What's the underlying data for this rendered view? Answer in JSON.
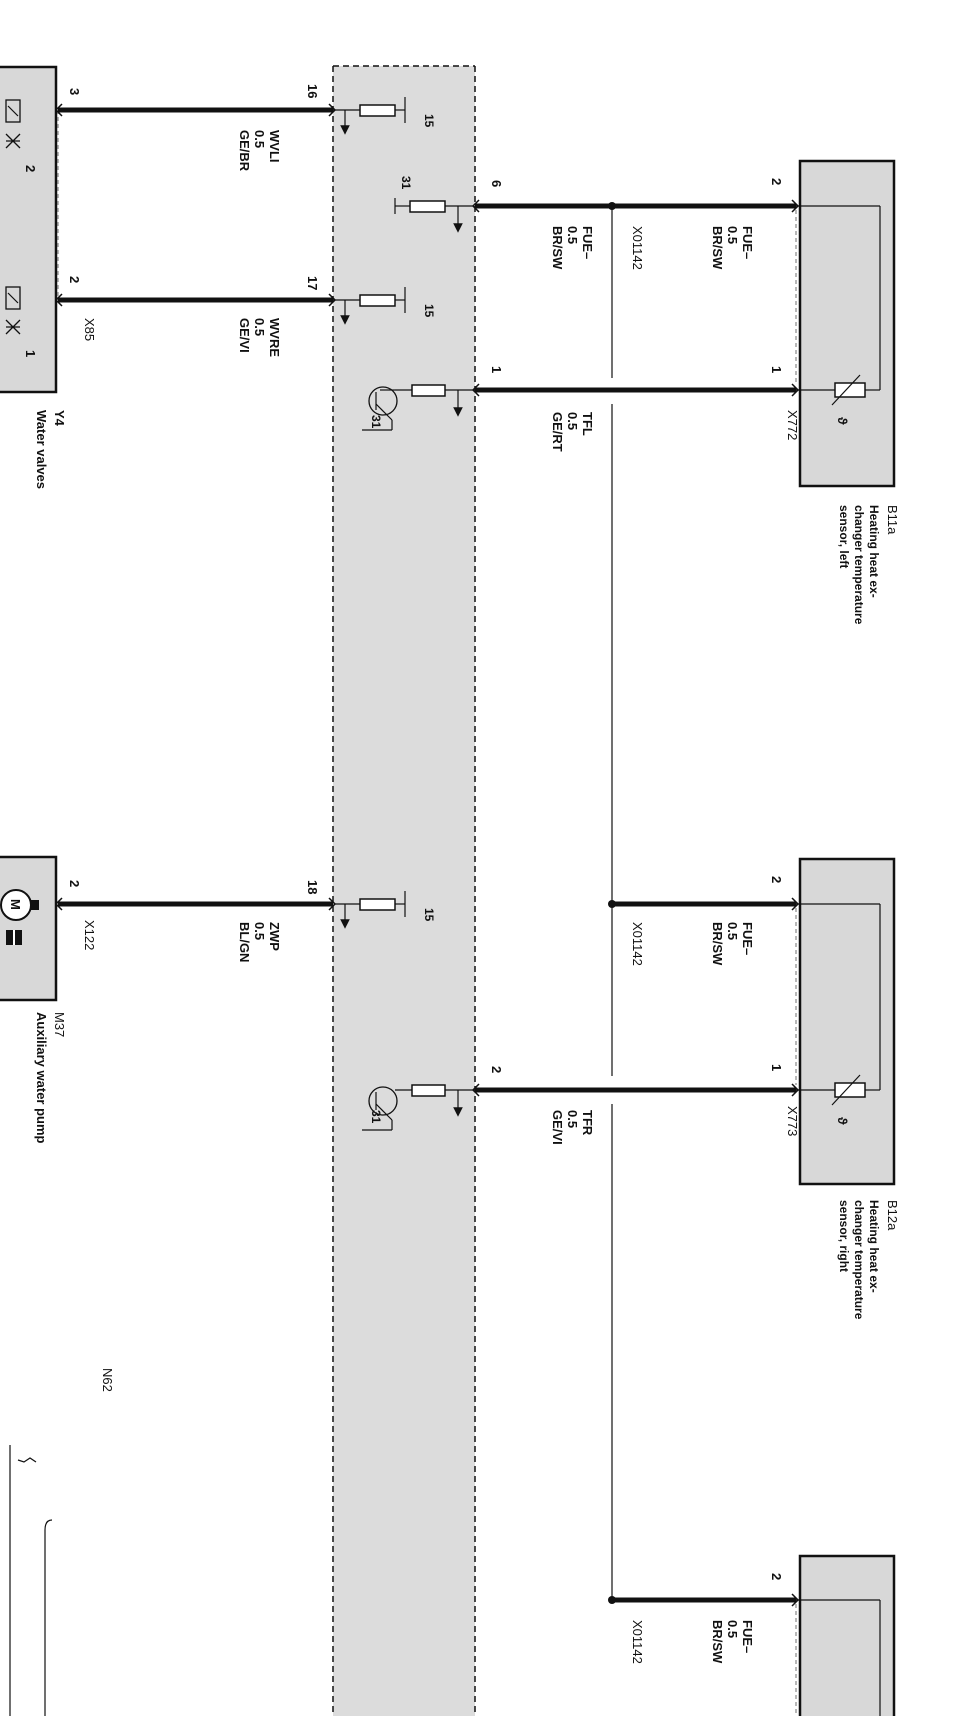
{
  "wiring_diagram": {
    "control_unit": {
      "ref": "N62"
    },
    "components": {
      "y4": {
        "ref": "Y4",
        "name": "Water valves",
        "connector": "X85",
        "pin_a": "3",
        "pin_b": "2",
        "valve_1": "2",
        "valve_2": "1"
      },
      "m37": {
        "ref": "M37",
        "name": "Auxiliary water pump",
        "connector": "X122",
        "pin": "2",
        "motor": "M"
      },
      "b11a": {
        "ref": "B11a",
        "name_line1": "Heating heat ex-",
        "name_line2": "changer temperature",
        "name_line3": "sensor, left",
        "connector": "X772",
        "pin_a": "2",
        "pin_b": "1"
      },
      "b12a": {
        "ref": "B12a",
        "name_line1": "Heating heat ex-",
        "name_line2": "changer temperature",
        "name_line3": "sensor, right",
        "connector": "X773",
        "pin_a": "2",
        "pin_b": "1"
      },
      "b13": {
        "pin": "2"
      }
    },
    "wires": {
      "w1": {
        "signal": "WVLI",
        "size": "0.5",
        "color": "GE/BR",
        "ecu_pin": "16"
      },
      "w2": {
        "signal": "WVRE",
        "size": "0.5",
        "color": "GE/VI",
        "ecu_pin": "17"
      },
      "w3": {
        "signal": "ZWP",
        "size": "0.5",
        "color": "BL/GN",
        "ecu_pin": "18"
      },
      "w4": {
        "signal": "FUE–",
        "size": "0.5",
        "color": "BR/SW",
        "ecu_pin": "6",
        "splice": "X01142"
      },
      "w5": {
        "signal": "TFL",
        "size": "0.5",
        "color": "GE/RT",
        "ecu_pin": "1"
      },
      "w6": {
        "signal": "TFR",
        "size": "0.5",
        "color": "GE/VI",
        "ecu_pin": "2"
      }
    },
    "branches": {
      "b1": {
        "signal": "FUE–",
        "size": "0.5",
        "color": "BR/SW",
        "splice": "X01142"
      },
      "b2": {
        "signal": "FUE–",
        "size": "0.5",
        "color": "BR/SW",
        "splice": "X01142"
      },
      "b3": {
        "signal": "FUE–",
        "size": "0.5",
        "color": "BR/SW",
        "splice": "X01142"
      }
    },
    "internal_labels": {
      "t15": "15",
      "t31": "31"
    }
  }
}
